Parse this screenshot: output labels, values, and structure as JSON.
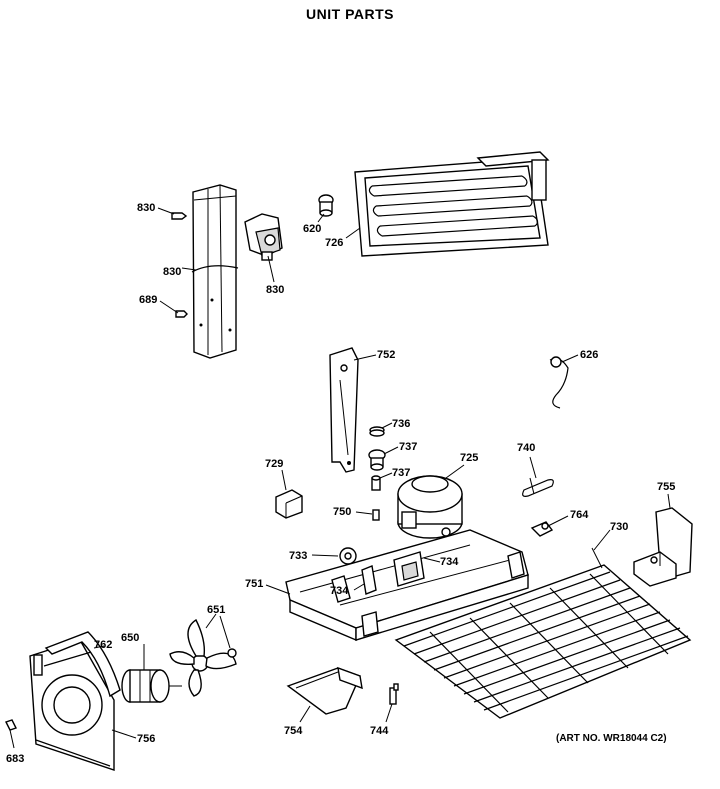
{
  "title": "UNIT PARTS",
  "art_number": "(ART NO. WR18044 C2)",
  "callouts": {
    "c830a": "830",
    "c830b": "830",
    "c830c": "830",
    "c689": "689",
    "c620": "620",
    "c726": "726",
    "c752": "752",
    "c626": "626",
    "c736": "736",
    "c737a": "737",
    "c737b": "737",
    "c729": "729",
    "c725": "725",
    "c740": "740",
    "c755": "755",
    "c750": "750",
    "c764": "764",
    "c730": "730",
    "c733": "733",
    "c734a": "734",
    "c734b": "734",
    "c751": "751",
    "c651": "651",
    "c762": "762",
    "c650": "650",
    "c756": "756",
    "c683": "683",
    "c754": "754",
    "c744": "744"
  }
}
